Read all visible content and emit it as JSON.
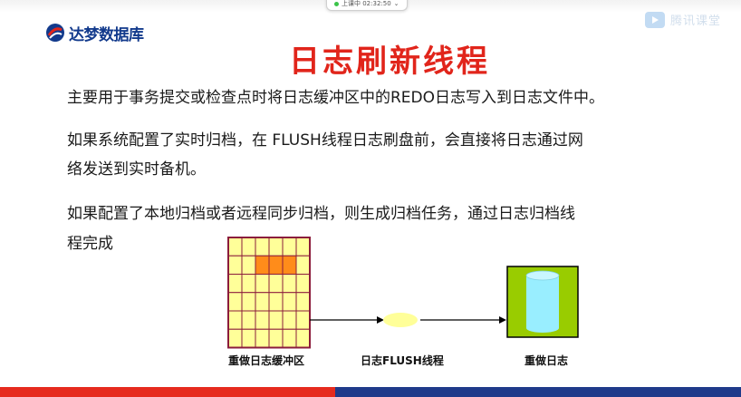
{
  "recording": {
    "label": "上课中 02:32:50"
  },
  "logo": {
    "brand": "达梦数据库"
  },
  "watermark": {
    "text": "腾讯课堂"
  },
  "slide": {
    "title": "日志刷新线程",
    "paragraphs": [
      "主要用于事务提交或检查点时将日志缓冲区中的REDO日志写入到日志文件中。",
      "如果系统配置了实时归档，在 FLUSH线程日志刷盘前，会直接将日志通过网",
      "络发送到实时备机。",
      "如果配置了本地归档或者远程同步归档，则生成归档任务，通过日志归档线",
      "程完成"
    ]
  },
  "diagram": {
    "buffer_caption": "重做日志缓冲区",
    "thread_caption": "日志FLUSH线程",
    "log_caption": "重做日志",
    "colors": {
      "grid_cell": "#ffff99",
      "grid_highlight": "#ff8c1a",
      "grid_border": "#8b1c3c",
      "thread_ellipse": "#ffff99",
      "log_box": "#99cc00",
      "cylinder": "#99eeff"
    }
  },
  "footer": {
    "colors": {
      "left": "#e62b1e",
      "right": "#1f3a8a"
    }
  }
}
